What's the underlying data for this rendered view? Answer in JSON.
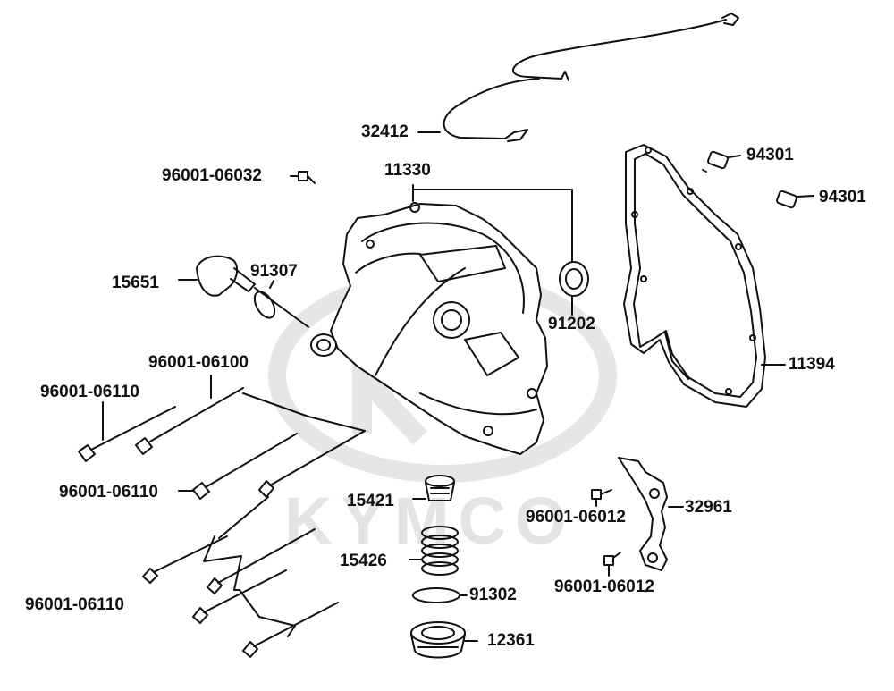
{
  "watermark": {
    "brand": "KYMCO"
  },
  "callouts": {
    "p32412": "32412",
    "p11330": "11330",
    "p96001_06032": "96001-06032",
    "p15651": "15651",
    "p91307": "91307",
    "p91202": "91202",
    "p94301_a": "94301",
    "p94301_b": "94301",
    "p11394": "11394",
    "p96001_06100": "96001-06100",
    "p96001_06110_a": "96001-06110",
    "p96001_06110_b": "96001-06110",
    "p96001_06110_c": "96001-06110",
    "p15421": "15421",
    "p15426": "15426",
    "p91302": "91302",
    "p12361": "12361",
    "p32961": "32961",
    "p96001_06012_a": "96001-06012",
    "p96001_06012_b": "96001-06012"
  },
  "colors": {
    "ink": "#111111",
    "watermark": "#e4e4e4",
    "part_fill": "#ffffff",
    "part_shade": "#d8d8d8"
  }
}
